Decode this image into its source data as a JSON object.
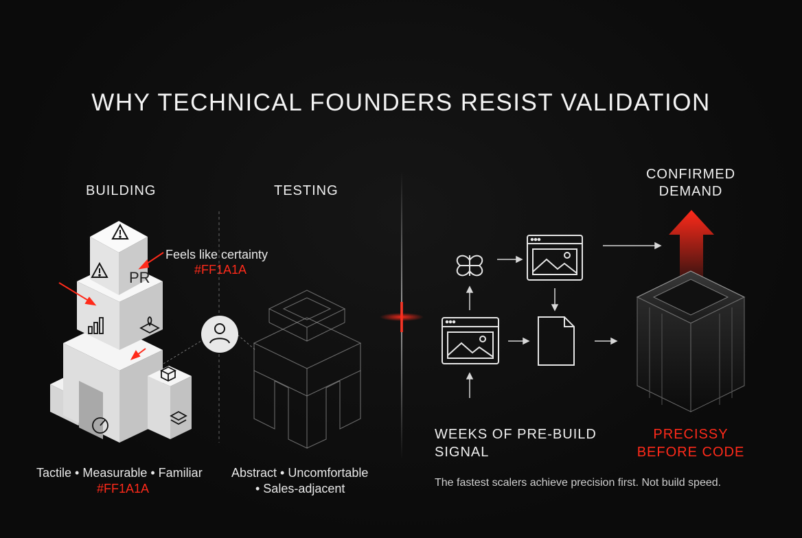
{
  "title": "WHY TECHNICAL FOUNDERS RESIST VALIDATION",
  "left": {
    "building_heading": "BUILDING",
    "testing_heading": "TESTING",
    "callout_text": "Feels like certainty",
    "callout_color_code": "#FF1A1A",
    "block_label": "PR",
    "building_caption": "Tactile • Measurable • Familiar",
    "building_color_code": "#FF1A1A",
    "testing_caption_line1": "Abstract • Uncomfortable",
    "testing_caption_line2": "• Sales-adjacent"
  },
  "right": {
    "demand_heading_line1": "CONFIRMED",
    "demand_heading_line2": "DEMAND",
    "signal_label_line1": "WEEKS OF PRE-BUILD",
    "signal_label_line2": "SIGNAL",
    "precision_label_line1": "PRECISSY",
    "precision_label_line2": "BEFORE CODE",
    "footer_note": "The fastest scalers achieve precision first. Not build speed."
  },
  "colors": {
    "accent": "#FF1A1A",
    "background": "#0B0B0B",
    "text": "#F2F2F2"
  },
  "icons": [
    "warning-icon",
    "bar-chart-icon",
    "map-pin-icon",
    "cube-icon",
    "layers-icon",
    "gauge-icon",
    "user-icon",
    "clover-icon",
    "image-window-icon",
    "document-icon",
    "arrow-icon",
    "up-arrow-icon"
  ]
}
